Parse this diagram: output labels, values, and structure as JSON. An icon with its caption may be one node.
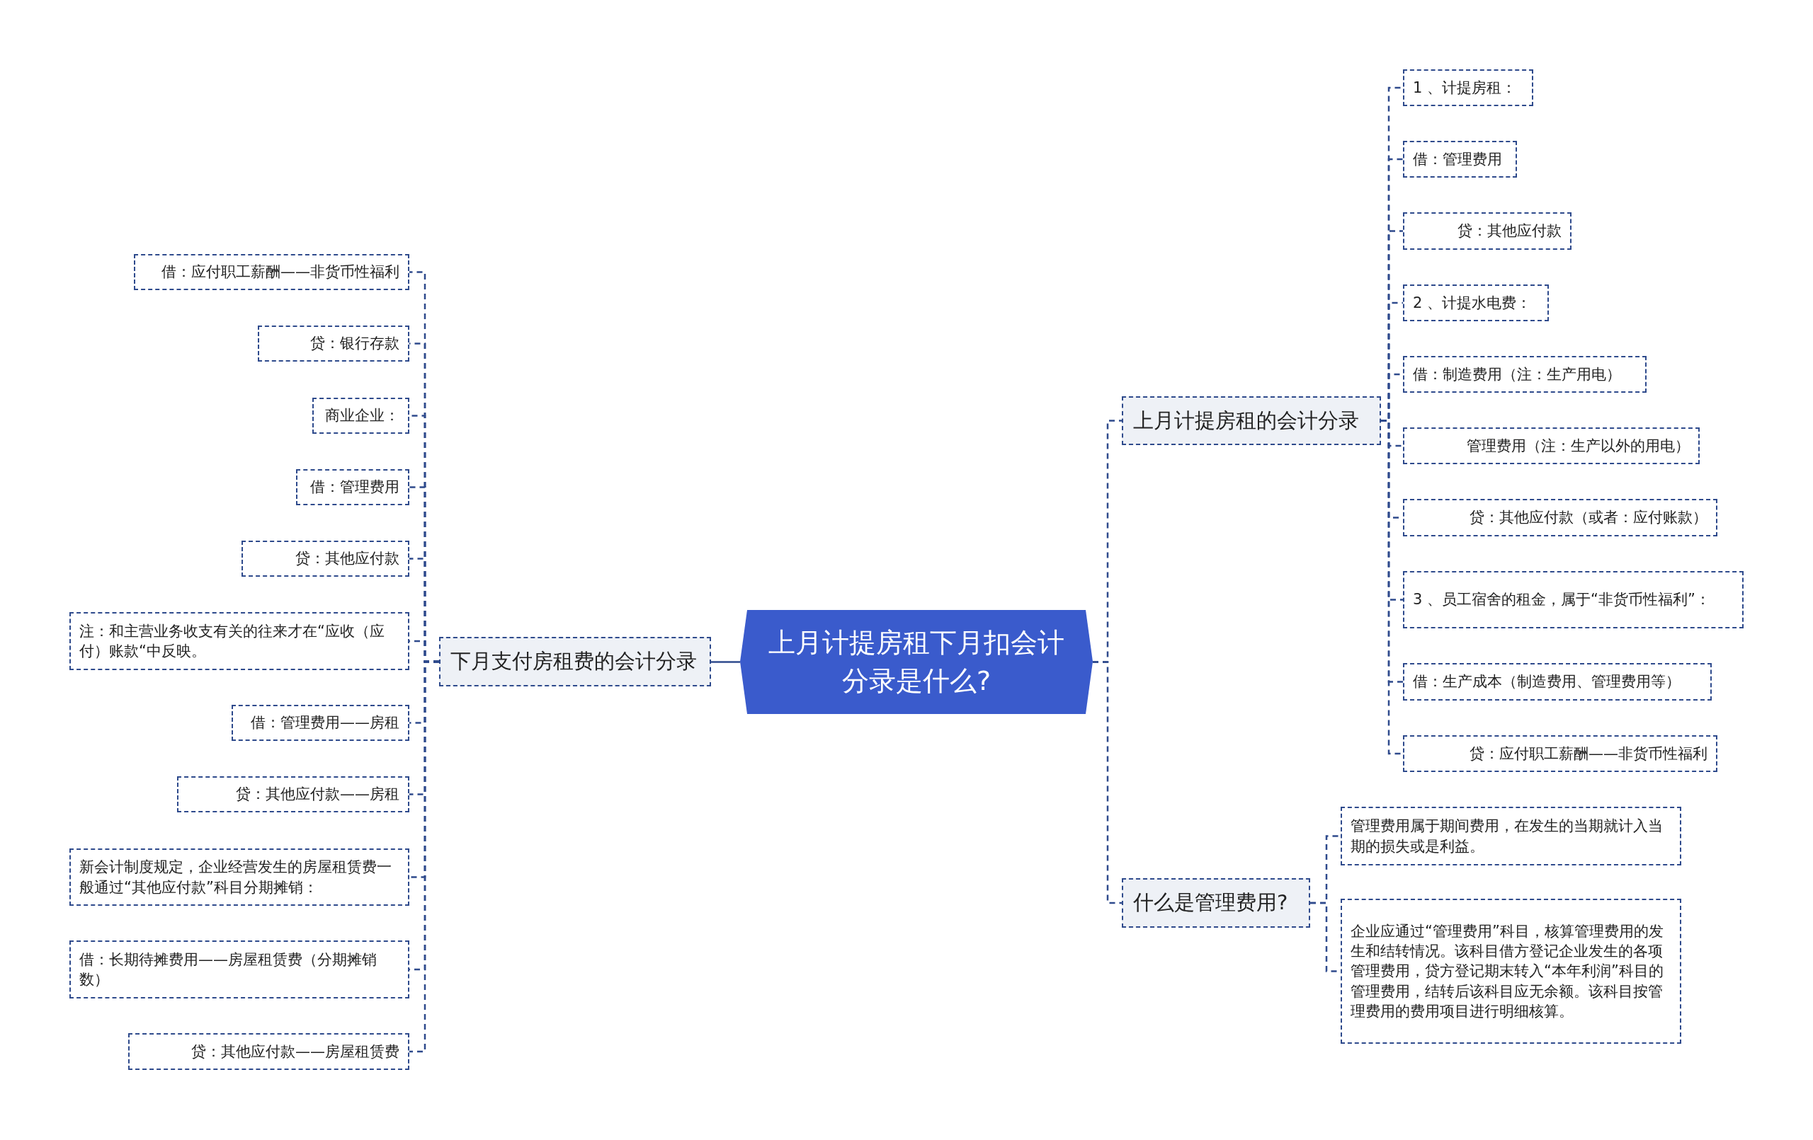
{
  "diagram": {
    "nodes": [
      {
        "text": [
          "上月计提房租下月扣会计分录是什么?"
        ]
      },
      {
        "text": [
          "下月支付房租费的会计分录"
        ]
      },
      {
        "text": [
          "借：应付职工薪酬——非货币性福利"
        ]
      },
      {
        "text": [
          "贷：银行存款"
        ]
      },
      {
        "text": [
          "商业企业："
        ]
      },
      {
        "text": [
          "借：管理费用"
        ]
      },
      {
        "text": [
          "贷：其他应付款"
        ]
      },
      {
        "text": [
          "注：和主营业务收支有关的往来才在“应收（应付）账款“中反映。"
        ]
      },
      {
        "text": [
          "借：管理费用——房租"
        ]
      },
      {
        "text": [
          "贷：其他应付款——房租"
        ]
      },
      {
        "text": [
          "新会计制度规定，企业经营发生的房屋租赁费一般通过“其他应付款”科目分期摊销："
        ]
      },
      {
        "text": [
          "借：长期待摊费用——房屋租赁费（分期摊销数）"
        ]
      },
      {
        "text": [
          "贷：其他应付款——房屋租赁费"
        ]
      },
      {
        "text": [
          "上月计提房租的会计分录"
        ]
      },
      {
        "text": [
          "1 、计提房租："
        ]
      },
      {
        "text": [
          "借：管理费用"
        ]
      },
      {
        "text": [
          "贷：其他应付款"
        ]
      },
      {
        "text": [
          "2 、计提水电费："
        ]
      },
      {
        "text": [
          "借：制造费用（注：生产用电）"
        ]
      },
      {
        "text": [
          "管理费用（注：生产以外的用电）"
        ]
      },
      {
        "text": [
          "贷：其他应付款（或者：应付账款）"
        ]
      },
      {
        "text": [
          "3 、员工宿舍的租金，属于“非货币性福利”："
        ]
      },
      {
        "text": [
          "借：生产成本（制造费用、管理费用等）"
        ]
      },
      {
        "text": [
          "贷：应付职工薪酬——非货币性福利"
        ]
      },
      {
        "text": [
          "什么是管理费用?"
        ]
      },
      {
        "text": [
          "管理费用属于期间费用，在发生的当期就计入当期的损失或是利益。"
        ]
      },
      {
        "text": [
          "企业应通过“管理费用”科目，核算管理费用的发生和结转情况。该科目借方登记企业发生的各项管理费用，贷方登记期末转入“本年利润”科目的管理费用，结转后该科目应无余额。该科目按管理费用的费用项目进行明细核算。"
        ]
      }
    ],
    "edges": [
      {
        "from": 0,
        "to": 1,
        "arrow": "none"
      },
      {
        "from": 1,
        "to": 2,
        "arrow": "none",
        "style": "dashed"
      },
      {
        "from": 1,
        "to": 3,
        "arrow": "none",
        "style": "dashed"
      },
      {
        "from": 1,
        "to": 4,
        "arrow": "none",
        "style": "dashed"
      },
      {
        "from": 1,
        "to": 5,
        "arrow": "none",
        "style": "dashed"
      },
      {
        "from": 1,
        "to": 6,
        "arrow": "none",
        "style": "dashed"
      },
      {
        "from": 1,
        "to": 7,
        "arrow": "none",
        "style": "dashed"
      },
      {
        "from": 1,
        "to": 8,
        "arrow": "none",
        "style": "dashed"
      },
      {
        "from": 1,
        "to": 9,
        "arrow": "none",
        "style": "dashed"
      },
      {
        "from": 1,
        "to": 10,
        "arrow": "none",
        "style": "dashed"
      },
      {
        "from": 1,
        "to": 11,
        "arrow": "none",
        "style": "dashed"
      },
      {
        "from": 1,
        "to": 12,
        "arrow": "none",
        "style": "dashed"
      },
      {
        "from": 0,
        "to": 13,
        "arrow": "none",
        "style": "dashed"
      },
      {
        "from": 13,
        "to": 14,
        "arrow": "none",
        "style": "dashed"
      },
      {
        "from": 13,
        "to": 15,
        "arrow": "none",
        "style": "dashed"
      },
      {
        "from": 13,
        "to": 16,
        "arrow": "none",
        "style": "dashed"
      },
      {
        "from": 13,
        "to": 17,
        "arrow": "none",
        "style": "dashed"
      },
      {
        "from": 13,
        "to": 18,
        "arrow": "none",
        "style": "dashed"
      },
      {
        "from": 13,
        "to": 19,
        "arrow": "none",
        "style": "dashed"
      },
      {
        "from": 13,
        "to": 20,
        "arrow": "none",
        "style": "dashed"
      },
      {
        "from": 13,
        "to": 21,
        "arrow": "none",
        "style": "dashed"
      },
      {
        "from": 13,
        "to": 22,
        "arrow": "none",
        "style": "dashed"
      },
      {
        "from": 13,
        "to": 23,
        "arrow": "none",
        "style": "dashed"
      },
      {
        "from": 0,
        "to": 24,
        "arrow": "none",
        "style": "dashed"
      },
      {
        "from": 24,
        "to": 25,
        "arrow": "none",
        "style": "dashed"
      },
      {
        "from": 24,
        "to": 26,
        "arrow": "none",
        "style": "dashed"
      }
    ]
  }
}
